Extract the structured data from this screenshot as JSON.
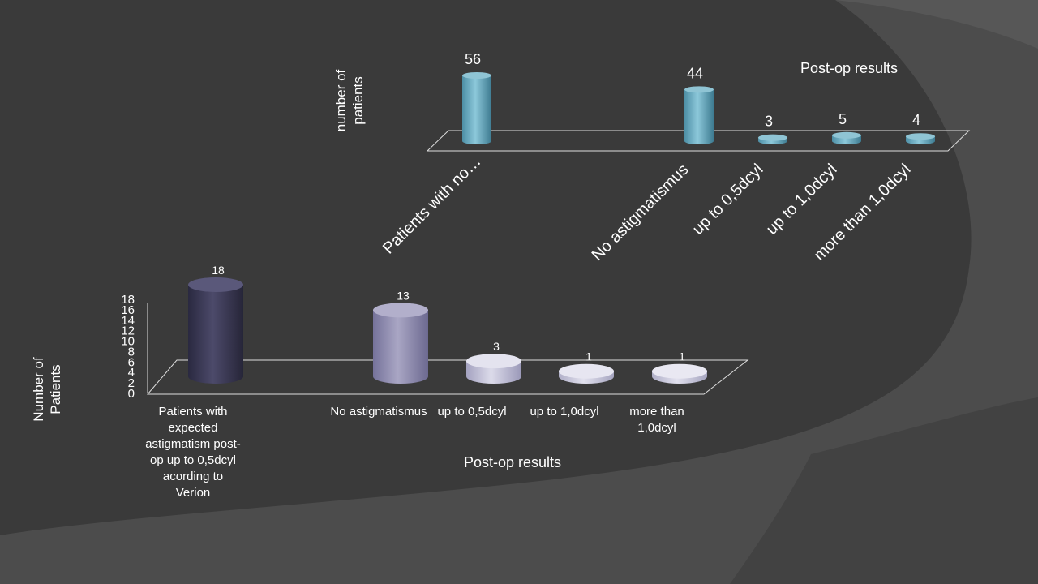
{
  "chart_data": [
    {
      "type": "bar",
      "style": "3d-cylinder",
      "title": "Post-op results",
      "ylabel": "number of patients",
      "xlabel": "",
      "categories": [
        "Patients with no…",
        "No astigmatismus",
        "up to 0,5dcyl",
        "up to 1,0dcyl",
        "more than 1,0dcyl"
      ],
      "values": [
        56,
        44,
        3,
        5,
        4
      ],
      "color": "#6fb3c8"
    },
    {
      "type": "bar",
      "style": "3d-cylinder",
      "title": "",
      "xlabel": "Post-op results",
      "ylabel": "Number of Patients",
      "ylim": [
        0,
        18
      ],
      "yticks": [
        "0",
        "2",
        "4",
        "6",
        "8",
        "10",
        "12",
        "14",
        "16",
        "18"
      ],
      "categories": [
        "Patients with expected astigmatism post-op up to 0,5dcyl acording to Verion",
        "No astigmatismus",
        "up to 0,5dcyl",
        "up to 1,0dcyl",
        "more than 1,0dcyl"
      ],
      "values": [
        18,
        13,
        3,
        1,
        1
      ],
      "colors": [
        "#3f3d5a",
        "#9390b0",
        "#c4c2d8",
        "#d0cfe0",
        "#d4d3e2"
      ]
    }
  ],
  "colors": {
    "background": "#4a4a4a",
    "panel": "#3a3a3a",
    "text": "#ffffff"
  }
}
